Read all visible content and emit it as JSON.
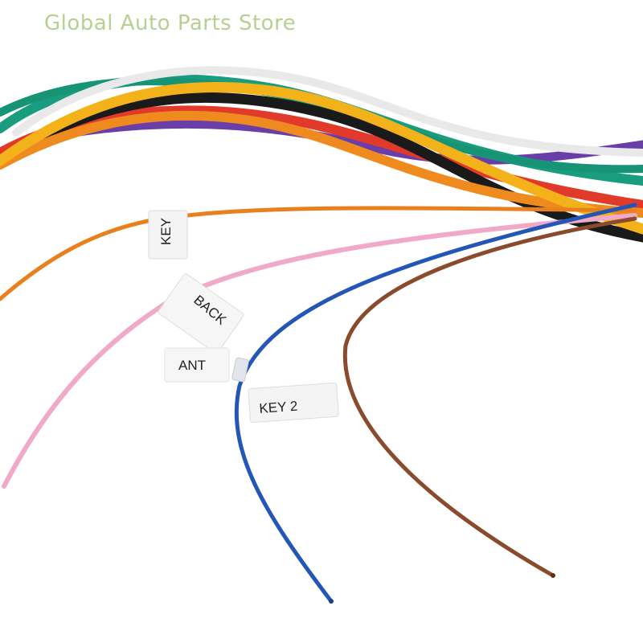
{
  "watermark": "Global Auto Parts Store",
  "tags": {
    "key": "KEY",
    "back": "BACK",
    "ant": "ANT",
    "key2": "KEY 2"
  },
  "wire_colors": {
    "orange": "#e8801e",
    "pink": "#f0a9c8",
    "blue": "#2456b8",
    "brown": "#8a4a2c",
    "yellow": "#f3b21a",
    "black": "#1a1a1a",
    "green": "#1a9c7f",
    "white": "#eeeeee",
    "red": "#e23a2a",
    "purple": "#6a3ea8"
  }
}
